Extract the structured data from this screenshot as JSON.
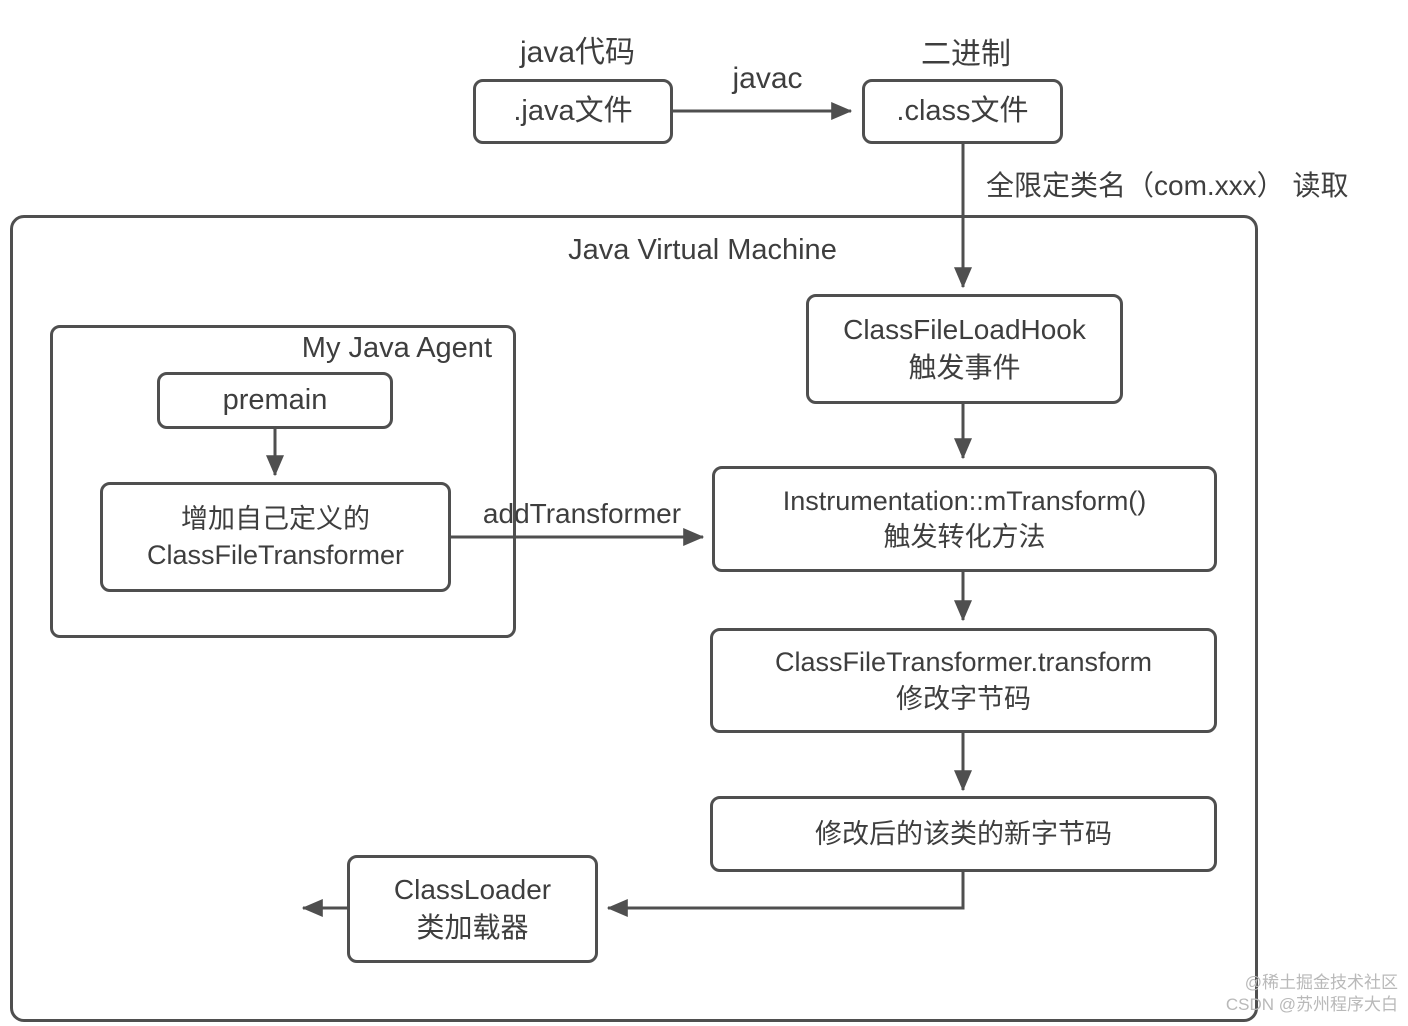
{
  "diagram": {
    "source": {
      "label_top": "java代码",
      "box_label": ".java文件"
    },
    "compile_arrow_label": "javac",
    "binary": {
      "label_top": "二进制",
      "box_label": ".class文件"
    },
    "read_label": "全限定类名（com.xxx） 读取",
    "jvm": {
      "title": "Java Virtual Machine"
    },
    "agent": {
      "title": "My Java Agent",
      "premain_label": "premain",
      "transformer_line1": "增加自己定义的",
      "transformer_line2": "ClassFileTransformer"
    },
    "add_transformer_label": "addTransformer",
    "hook": {
      "line1": "ClassFileLoadHook",
      "line2": "触发事件"
    },
    "instrumentation": {
      "line1": "Instrumentation::mTransform()",
      "line2": "触发转化方法"
    },
    "transform": {
      "line1": "ClassFileTransformer.transform",
      "line2": "修改字节码"
    },
    "new_bytecode_label": "修改后的该类的新字节码",
    "classloader": {
      "line1": "ClassLoader",
      "line2": "类加载器"
    },
    "watermark": {
      "line1": "@稀土掘金技术社区",
      "line2": "CSDN @苏州程序大白"
    },
    "colors": {
      "stroke": "#4f4f4f",
      "text": "#3e3e3e",
      "watermark": "#b9b9b9"
    }
  }
}
